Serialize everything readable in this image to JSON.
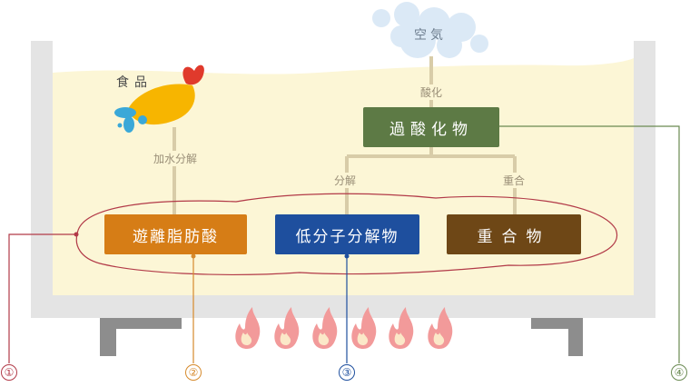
{
  "labels": {
    "air": "空気",
    "food": "食品",
    "oxidation": "酸化",
    "hydrolysis": "加水分解",
    "decomposition": "分解",
    "polymerization": "重合"
  },
  "boxes": {
    "peroxide": "過酸化物",
    "free_fatty_acid": "遊離脂肪酸",
    "low_molecular": "低分子分解物",
    "polymer": "重合物"
  },
  "markers": [
    "①",
    "②",
    "③",
    "④"
  ],
  "colors": {
    "oil": "#fcf6d6",
    "fryer": "#e4e4e4",
    "connector": "#d8cca8",
    "peroxide": "#5d7a45",
    "free_fatty_acid": "#d67d16",
    "low_molecular": "#1e4f9e",
    "polymer": "#6e4716",
    "marker1": "#b23a48",
    "marker2": "#d68a2c",
    "marker3": "#1e4f9e",
    "marker4": "#6a8a52"
  },
  "icons": [
    "cloud-icon",
    "fried-shrimp-icon",
    "flame-icon"
  ]
}
